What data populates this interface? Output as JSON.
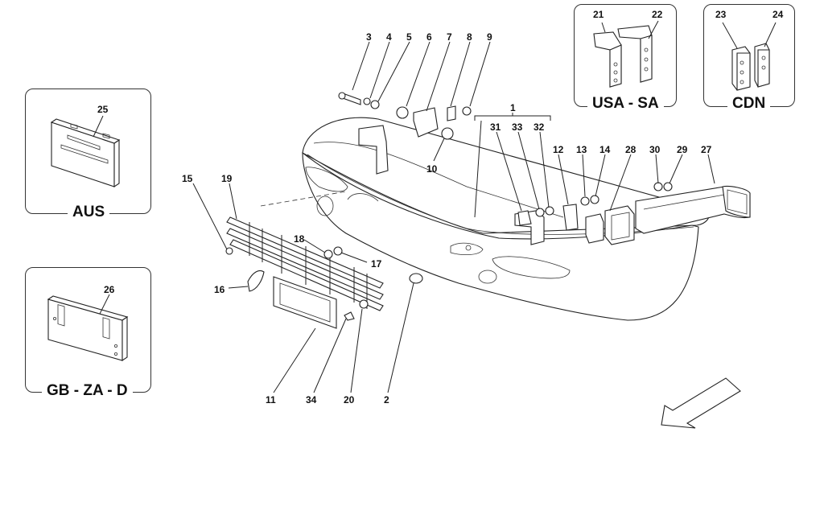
{
  "insets": {
    "aus": {
      "label": "AUS",
      "part": "25"
    },
    "gb": {
      "label": "GB - ZA - D",
      "part": "26"
    },
    "usa": {
      "label": "USA - SA",
      "parts": [
        "21",
        "22"
      ]
    },
    "cdn": {
      "label": "CDN",
      "parts": [
        "23",
        "24"
      ]
    }
  },
  "callouts": {
    "n1": "1",
    "n2": "2",
    "n3": "3",
    "n4": "4",
    "n5": "5",
    "n6": "6",
    "n7": "7",
    "n8": "8",
    "n9": "9",
    "n10": "10",
    "n11": "11",
    "n12": "12",
    "n13": "13",
    "n14": "14",
    "n15": "15",
    "n16": "16",
    "n17": "17",
    "n18": "18",
    "n19": "19",
    "n20": "20",
    "n27": "27",
    "n28": "28",
    "n29": "29",
    "n30": "30",
    "n31": "31",
    "n32": "32",
    "n33": "33",
    "n34": "34"
  }
}
